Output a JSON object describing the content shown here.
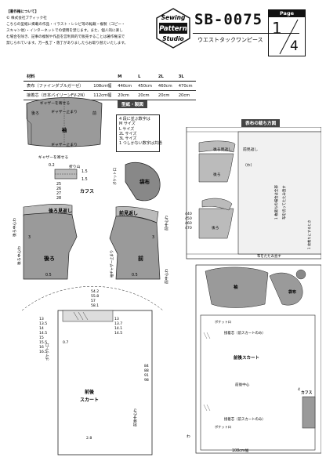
{
  "notice": {
    "heading": "【著作権について】",
    "lines": [
      "© 株式会社ブティック社",
      "こちらの型紙に掲載の作品・イラスト・レシピ等の転載・複製（コピー・",
      "スキャン他）・インターネットでの使用を禁じます。また、個人的に楽し",
      "む場合を除き、記事の複製や作品を営利目的で販売することは著作権法で",
      "禁じられています。万一乱丁・落丁がありましたらお取り替えいたします。"
    ]
  },
  "logo": {
    "line1": "Sewing",
    "line2": "Pattern",
    "line3": "Studio"
  },
  "pattern_code": "SB-0075",
  "pattern_name": "ウエストタックワンピース",
  "page": {
    "label": "Page",
    "current": "1",
    "total": "4"
  },
  "size_table": {
    "headers": [
      "材料",
      "",
      "M",
      "L",
      "2L",
      "3L"
    ],
    "rows": [
      {
        "material": "表布（ファインダブルガーゼ）",
        "width": "108cm幅",
        "values": [
          "440cm",
          "450cm",
          "460cm",
          "470cm"
        ]
      },
      {
        "material": "接着芯（日本バイリーンFV-2N）",
        "width": "112cm幅",
        "values": [
          "20cm",
          "20cm",
          "20cm",
          "20cm"
        ]
      }
    ]
  },
  "section_titles": {
    "pattern": "型紙・製図",
    "layout": "表布の裁ち方図"
  },
  "size_legend": {
    "title": "4 段に並ぶ数字は",
    "lines": [
      "M サイズ",
      "L サイズ",
      "2L サイズ",
      "3L サイズ",
      "1 つしかない数字は共通"
    ]
  },
  "sleeve": {
    "name": "袖",
    "gather_top": "ギャザーを寄せる",
    "gather_label_top": "ギャザー止まり",
    "gather_label_bottom": "ギャザー止まり",
    "gather_bottom": "ギャザーを寄せる",
    "back": "後ろ",
    "front": "前",
    "fold_ext": "折り山",
    "measure_02": "0.2",
    "measure_15a": "1.5",
    "measure_15b": "1.5"
  },
  "cuff": {
    "name": "カフス",
    "sizes": [
      "25",
      "26",
      "27",
      "28"
    ]
  },
  "back_facing": {
    "name": "後ろ見返し",
    "center": "後ろ中心わ"
  },
  "front_facing": {
    "name": "前見返し",
    "center": "前中心わ"
  },
  "pocket": {
    "name": "袋布",
    "mark": "ポケット口"
  },
  "back_bodice": {
    "name": "後ろ",
    "center": "後ろ中心わ",
    "mark_3": "3",
    "mark_05": "0.5"
  },
  "front_bodice": {
    "name": "前",
    "center": "前中心わ",
    "mark_3": "3",
    "mark_05": "0.5",
    "gather": "袖ギャザー止まり"
  },
  "skirt": {
    "name1": "前後",
    "name2": "スカート",
    "center": "前後中心わ",
    "pocket": "ポケット口",
    "top_measures": [
      "54.2",
      "55.8",
      "57",
      "58.1"
    ],
    "left_measures": [
      "13",
      "13.5",
      "14",
      "14.5",
      "15",
      "15.5",
      "16",
      "16.5"
    ],
    "right_measures": [
      "13",
      "13.7",
      "14.1",
      "14.5"
    ],
    "side_07": "0.7",
    "hem_28": "2.8",
    "length_measures": [
      "84",
      "88",
      "91",
      "98"
    ]
  },
  "layout": {
    "labels": {
      "back_facing": "後ろ見返し",
      "front_facing": "前見返し",
      "back": "後ろ",
      "front_center": "（わ）",
      "sleeve": "袖",
      "pocket": "袋布",
      "skirt": "前後スカート",
      "skirt_center": "前後中心",
      "interfacing_top": "接着芯（前スカートのみ）",
      "interfacing_bottom": "接着芯（前スカートのみ）",
      "pocket_mouth": "ポケット口",
      "cuff": "カフス",
      "cut_note": "布を切ってたたみ直す",
      "fold_note": "布をたたみ直す",
      "unfold_note": "1 枚裁ちにするとき",
      "note_2": "1 枚裁ちの場合は全部",
      "width_label": "108cm幅",
      "heights": [
        "440",
        "450",
        "460",
        "470"
      ],
      "fold_mark": "わ",
      "measure_4": "4"
    }
  }
}
